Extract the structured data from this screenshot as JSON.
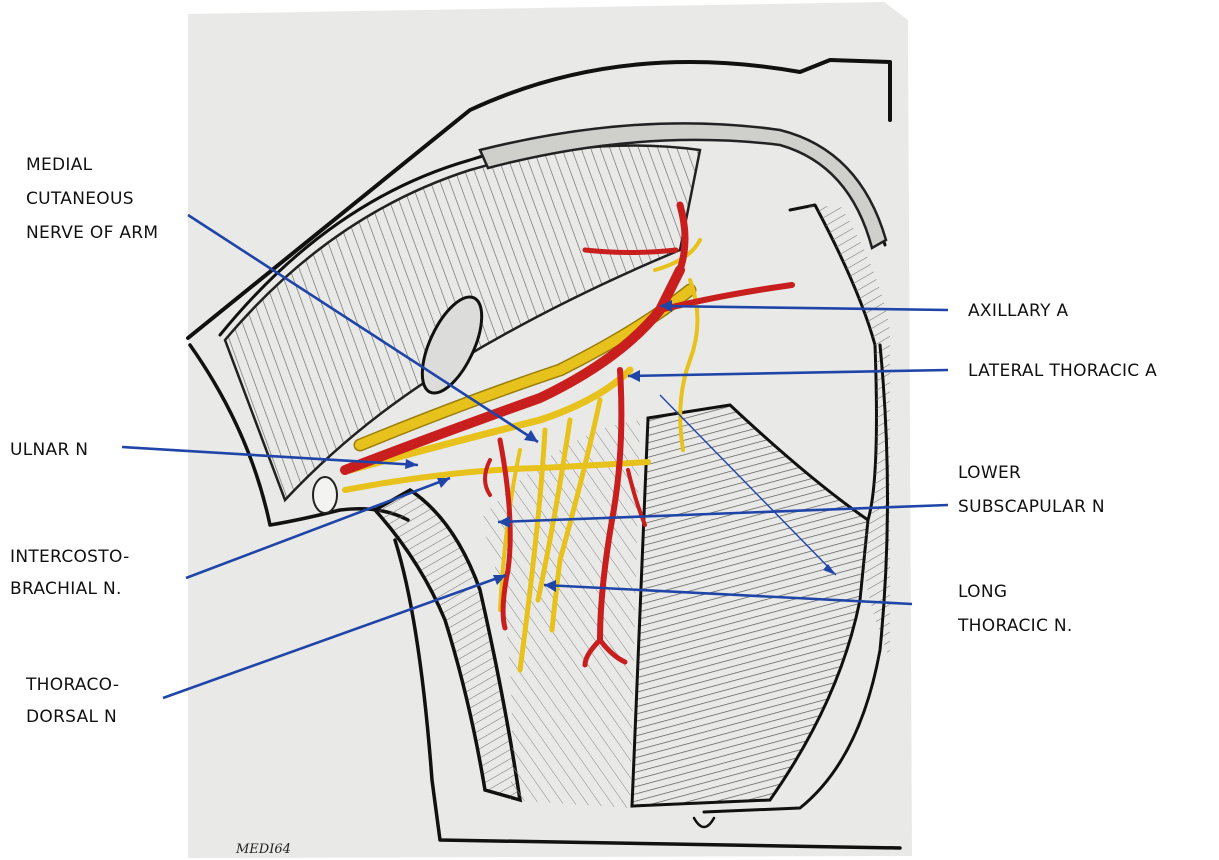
{
  "diagram": {
    "labels": {
      "medial_cutaneous": [
        "MEDIAL",
        "CUTANEOUS",
        "NERVE OF ARM"
      ],
      "ulnar": [
        "ULNAR N"
      ],
      "intercostobrachial": [
        "INTERCOSTO-",
        "BRACHIAL N."
      ],
      "thoracodorsal": [
        "THORACO-",
        "DORSAL N"
      ],
      "axillary": [
        "AXILLARY A"
      ],
      "lateral_thoracic": [
        "LATERAL THORACIC A"
      ],
      "lower_subscapular": [
        "LOWER",
        "SUBSCAPULAR N"
      ],
      "long_thoracic": [
        "LONG",
        "THORACIC N."
      ]
    },
    "signature": "MEDI64",
    "colors": {
      "nerve": "#e8c21c",
      "artery": "#c81e1e",
      "leader": "#1f45a8",
      "paper": "#e9e9e7"
    }
  }
}
